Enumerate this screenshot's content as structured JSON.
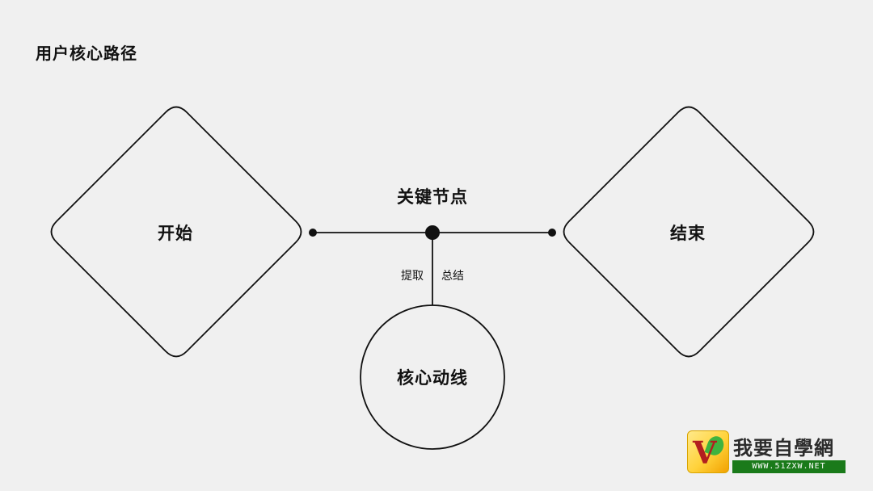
{
  "page_title": "用户核心路径",
  "diagram": {
    "start_label": "开始",
    "end_label": "结束",
    "key_node_label": "关键节点",
    "core_label": "核心动线",
    "extract_label": "提取",
    "summary_label": "总结"
  },
  "watermark": {
    "badge_letter": "V",
    "text": "我要自學網",
    "url": "WWW.51ZXW.NET"
  },
  "colors": {
    "background": "#f0f0f0",
    "stroke": "#111111"
  }
}
